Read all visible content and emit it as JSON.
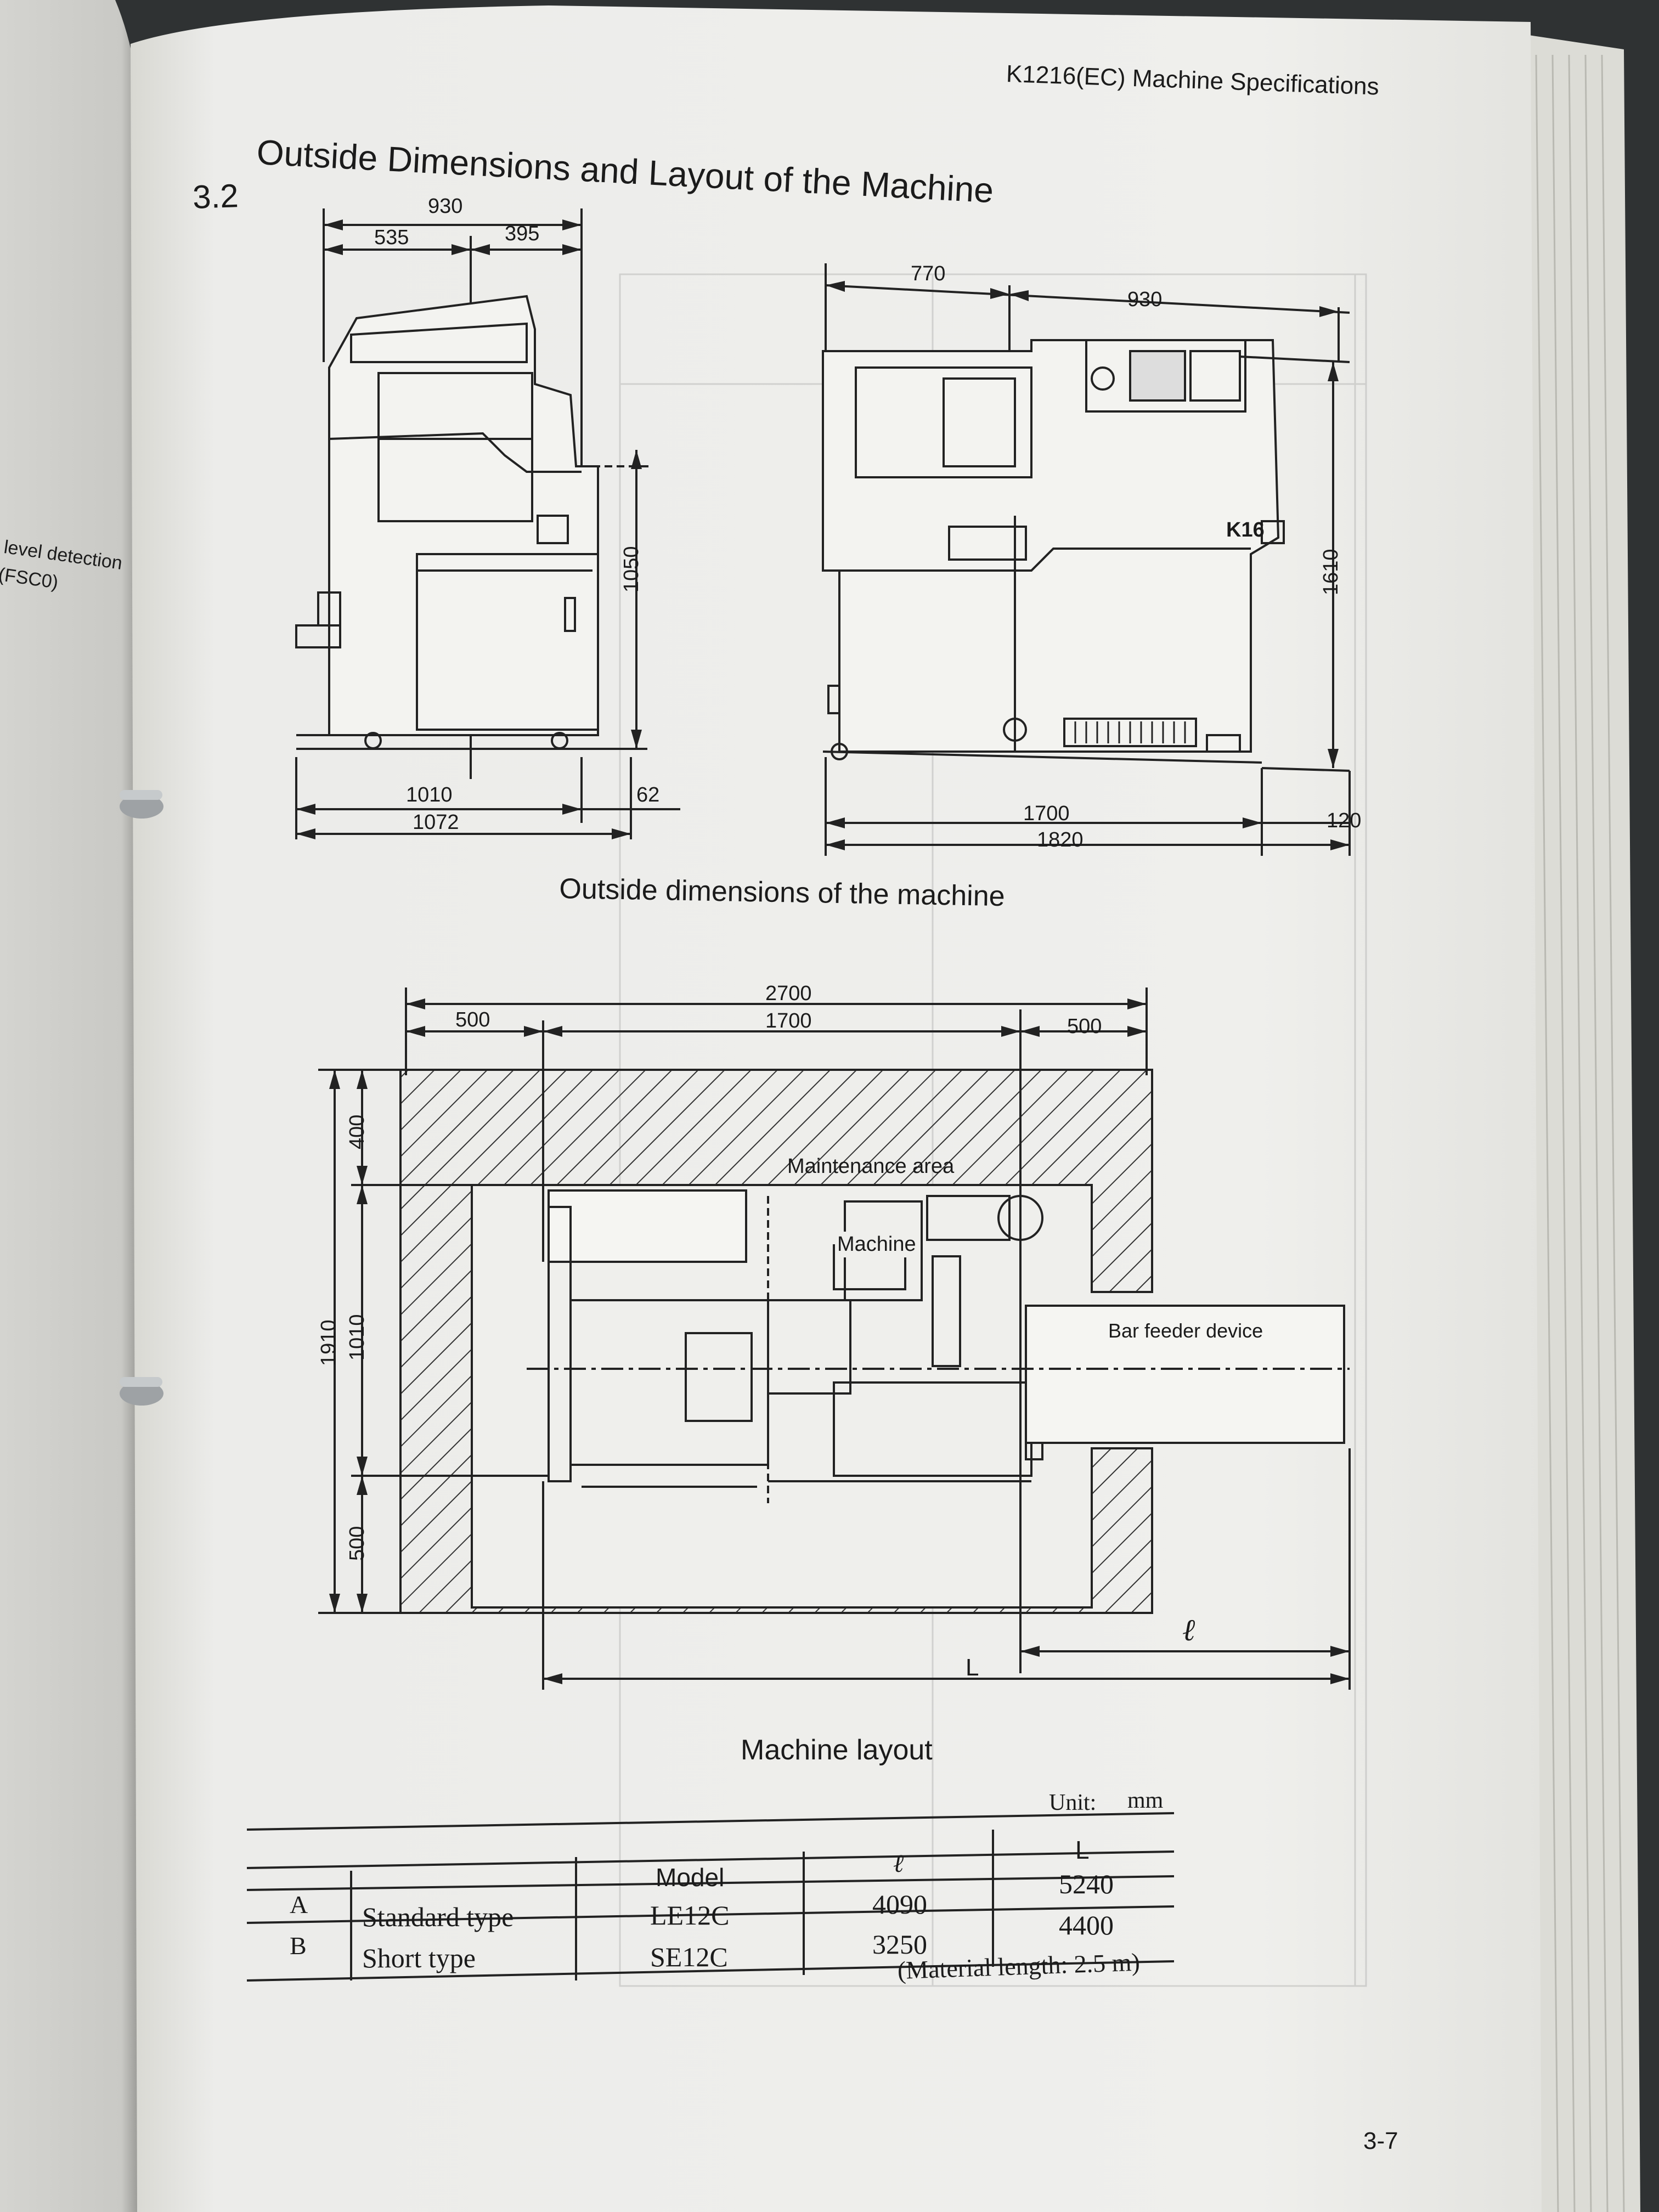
{
  "left_page": {
    "margin_note_line1": "level detection",
    "margin_note_line2": "(FSC0)"
  },
  "header": {
    "running_title": "K1216(EC) Machine Specifications"
  },
  "section": {
    "number": "3.2",
    "title": "Outside Dimensions and Layout of the Machine"
  },
  "figure_outside": {
    "caption": "Outside dimensions of the machine",
    "side_view": {
      "dim_total_width": "930",
      "dim_left": "535",
      "dim_right": "395",
      "dim_height": "1050",
      "dim_base": "1010",
      "dim_total_base": "1072",
      "dim_offset": "62"
    },
    "front_view": {
      "dim_left_top": "770",
      "dim_right_top": "930",
      "dim_height": "1610",
      "dim_length": "1700",
      "dim_total_length": "1820",
      "dim_offset": "120",
      "brand_label": "K16"
    }
  },
  "figure_layout": {
    "caption": "Machine layout",
    "dim_total": "2700",
    "dim_machine": "1700",
    "dim_left_clearance": "500",
    "dim_right_clearance": "500",
    "dim_top": "400",
    "dim_depth": "1010",
    "dim_total_depth": "1910",
    "dim_bottom": "500",
    "label_maintenance": "Maintenance area",
    "label_machine": "Machine",
    "label_bar_feeder": "Bar feeder device",
    "label_l_small": "ℓ",
    "label_l_big": "L"
  },
  "table": {
    "unit_label": "Unit:",
    "unit_value": "mm",
    "headers": [
      "",
      "",
      "Model",
      "ℓ",
      "L"
    ],
    "rows": [
      [
        "A",
        "Standard type",
        "LE12C",
        "4090",
        "5240"
      ],
      [
        "B",
        "Short type",
        "SE12C",
        "3250",
        "4400"
      ]
    ],
    "note": "(Material length:   2.5 m)"
  },
  "page_number": "3-7"
}
